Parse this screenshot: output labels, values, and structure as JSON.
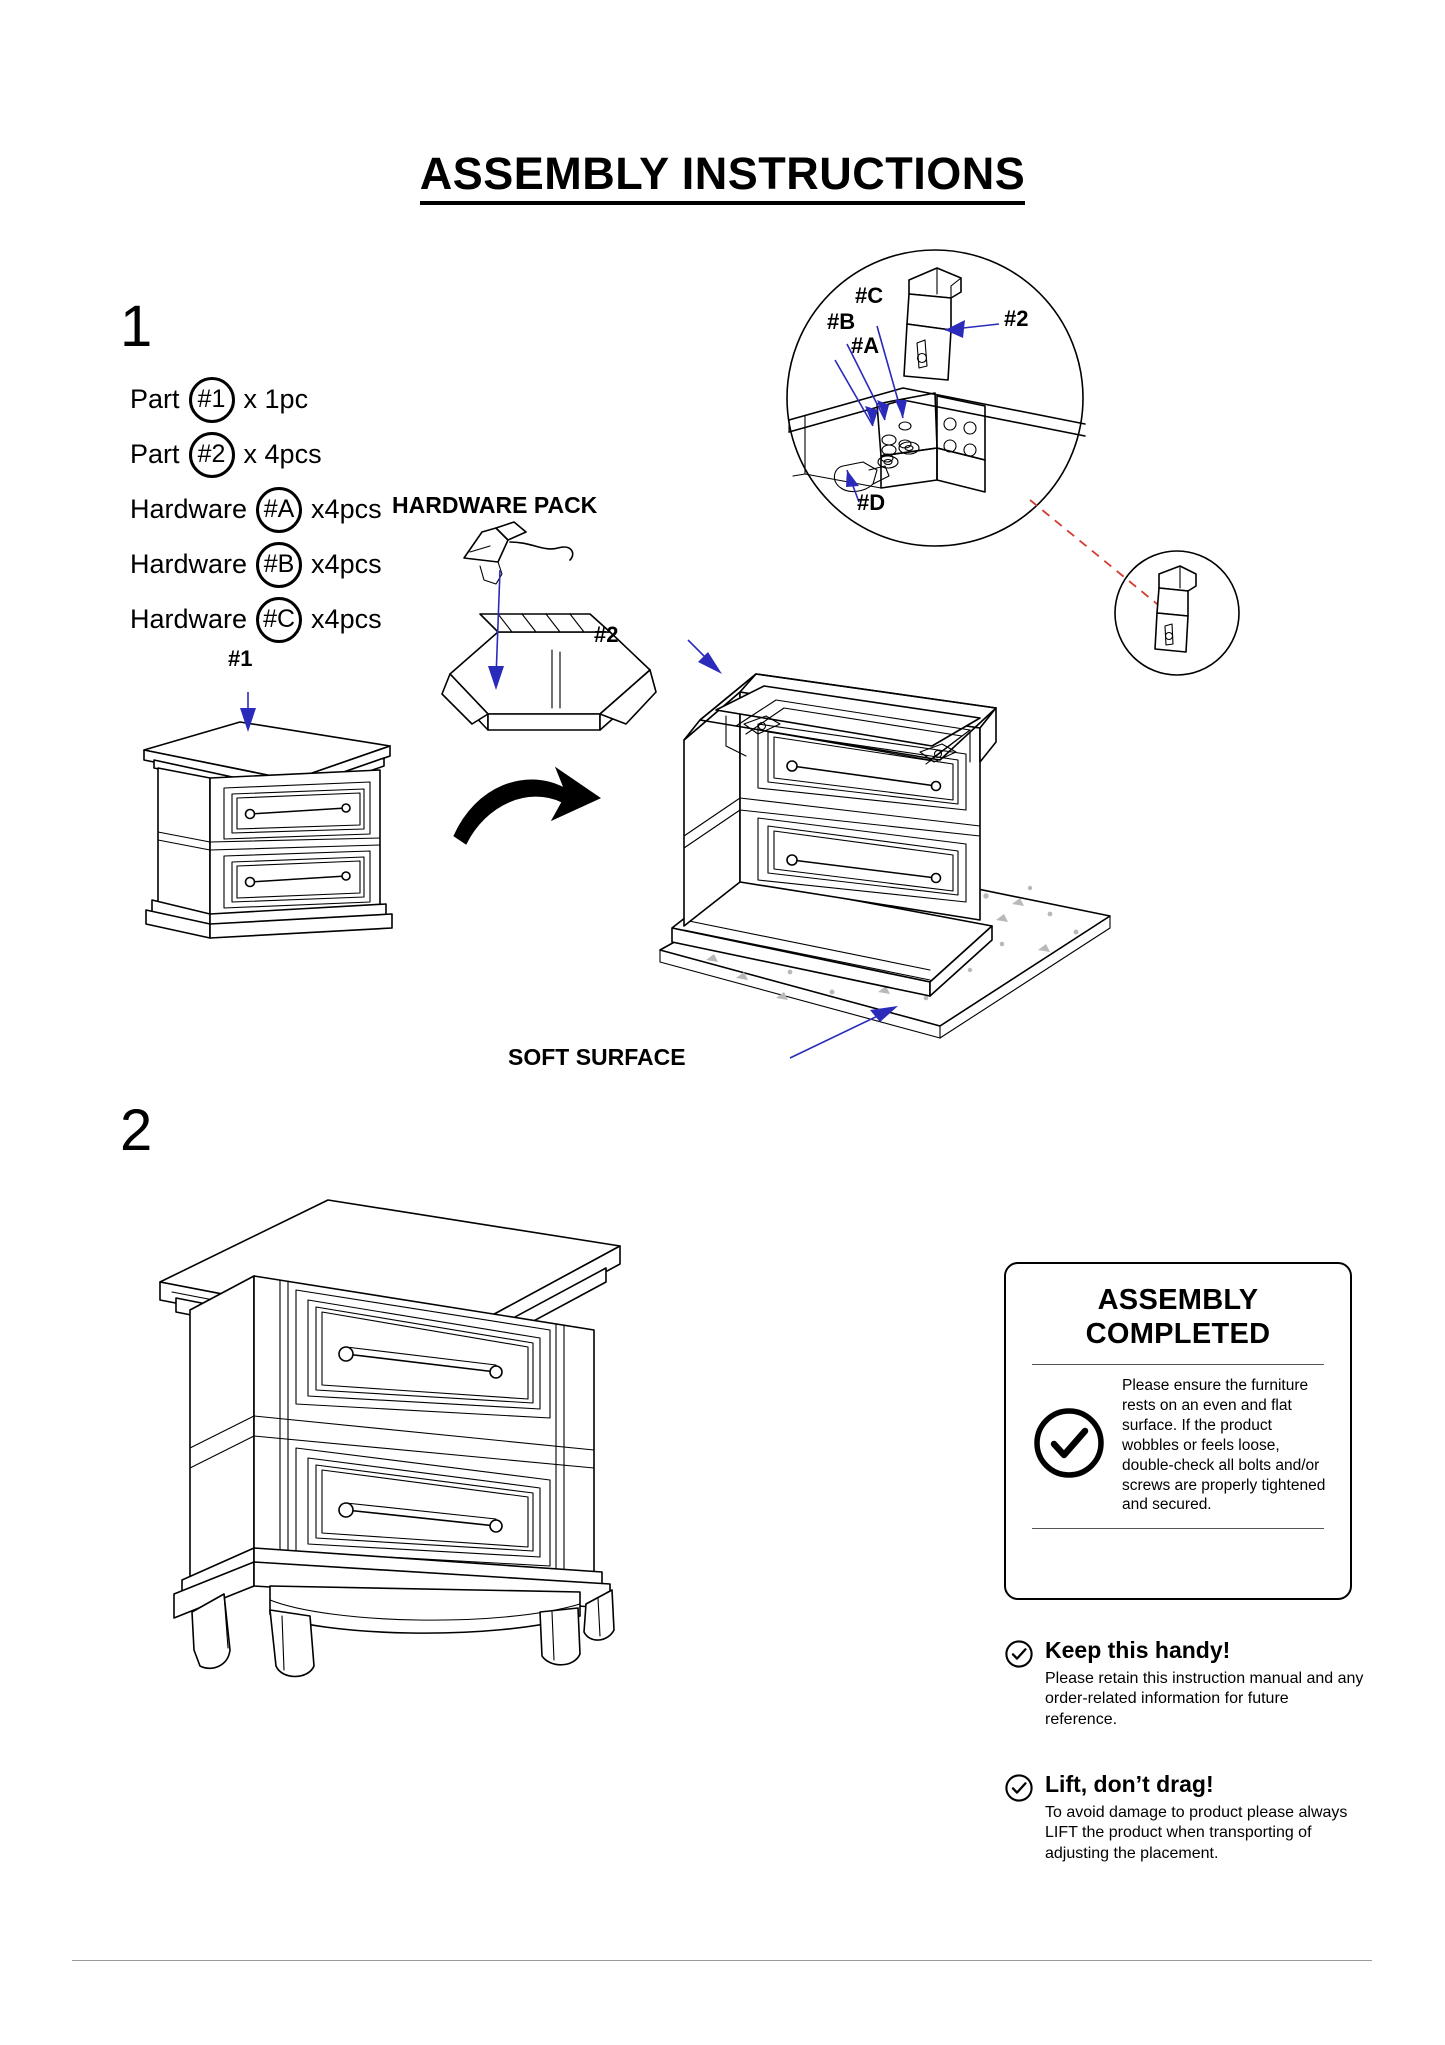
{
  "document": {
    "title": "ASSEMBLY  INSTRUCTIONS"
  },
  "steps": [
    {
      "number": "1"
    },
    {
      "number": "2"
    }
  ],
  "parts_list": [
    {
      "label": "Part",
      "token": "#1",
      "qty": "x 1pc"
    },
    {
      "label": "Part",
      "token": "#2",
      "qty": "x 4pcs"
    },
    {
      "label": "Hardware",
      "token": "#A",
      "qty": "x4pcs"
    },
    {
      "label": "Hardware",
      "token": "#B",
      "qty": "x4pcs"
    },
    {
      "label": "Hardware",
      "token": "#C",
      "qty": "x4pcs"
    }
  ],
  "callouts": {
    "detail_a": "#A",
    "detail_b": "#B",
    "detail_c": "#C",
    "detail_d": "#D",
    "detail_2": "#2",
    "cabinet_1": "#1",
    "hardware_pack": "HARDWARE PACK",
    "leg_2": "#2",
    "soft_surface": "SOFT SURFACE"
  },
  "assembly_completed": {
    "title_line1": "ASSEMBLY",
    "title_line2": "COMPLETED",
    "icon": "check-circle-icon",
    "body": "Please ensure the furniture rests on an even and flat surface. If the product wobbles or feels loose, double-check all bolts and/or screws are properly tightened and secured."
  },
  "tips": [
    {
      "icon": "check-circle-icon",
      "heading": "Keep this handy!",
      "body": "Please retain this instruction manual and any order-related information for future reference."
    },
    {
      "icon": "check-circle-icon",
      "heading": "Lift, don’t drag!",
      "body": "To avoid damage to product please always LIFT the product when transporting of adjusting the placement."
    }
  ],
  "colors": {
    "ink": "#000000",
    "arrow_blue": "#2b2bbb",
    "detail_link_red": "#d33b2f",
    "grit_grey": "#b9b9b9"
  }
}
